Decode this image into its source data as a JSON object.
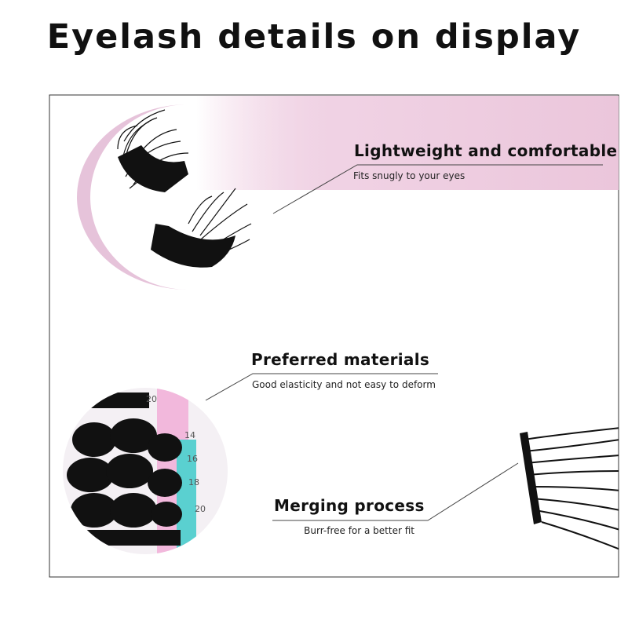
{
  "title": "Eyelash details on display",
  "features": [
    {
      "title": "Lightweight and comfortable",
      "subtitle": "Fits snugly to your eyes"
    },
    {
      "title": "Preferred materials",
      "subtitle": "Good elasticity and not easy to deform"
    },
    {
      "title": "Merging process",
      "subtitle": "Burr-free for a better fit"
    }
  ],
  "tray_labels": [
    "20",
    "14",
    "16",
    "18",
    "20"
  ],
  "colors": {
    "accent_pink": "#ecc8dc",
    "crescent": "#e6c3da",
    "tray_teal": "#5ad0d0",
    "lash": "#111111"
  }
}
